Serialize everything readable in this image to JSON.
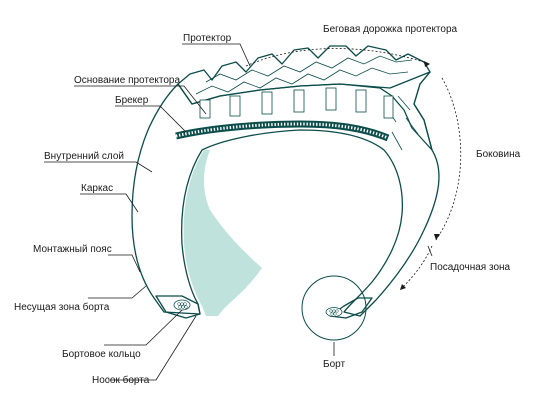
{
  "colors": {
    "teal": "#1f8a84",
    "teal_dark": "#0b4d4a",
    "inner_liner": "#bfe3dc",
    "line": "#1a1a1a",
    "background": "#ffffff"
  },
  "labels": {
    "tread": "Протектор",
    "tread_base": "Основание протектора",
    "breaker": "Брекер",
    "inner_layer": "Внутренний слой",
    "carcass": "Каркас",
    "mounting_belt": "Монтажный пояс",
    "bead_bearing_zone": "Несущая зона борта",
    "bead_ring": "Бортовое кольцо",
    "bead_toe": "Носок борта",
    "tread_track": "Беговая дорожка протектора",
    "sidewall": "Боковина",
    "seating_zone": "Посадочная зона",
    "bead": "Борт"
  }
}
